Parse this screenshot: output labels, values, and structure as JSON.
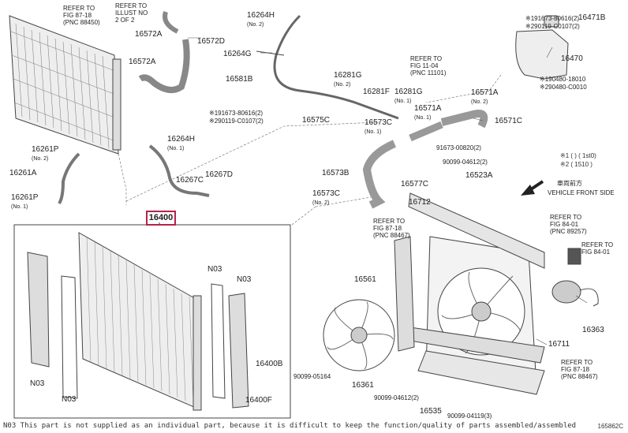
{
  "colors": {
    "line": "#444444",
    "highlight_border": "#b5234b",
    "part_fill": "#d9d9d9",
    "dark_fill": "#555555"
  },
  "highlighted_part": "16400",
  "parts": [
    {
      "id": "16264H",
      "label": "16264H",
      "qty": "(No. 2)"
    },
    {
      "id": "16572A_top",
      "label": "16572A",
      "qty": ""
    },
    {
      "id": "16572D",
      "label": "16572D",
      "qty": ""
    },
    {
      "id": "16264G",
      "label": "16264G",
      "qty": ""
    },
    {
      "id": "16572A",
      "label": "16572A",
      "qty": ""
    },
    {
      "id": "16581B",
      "label": "16581B",
      "qty": ""
    },
    {
      "id": "16281G",
      "label": "16281G",
      "qty": "(No. 2)"
    },
    {
      "id": "16281F",
      "label": "16281F",
      "qty": ""
    },
    {
      "id": "16281G_b",
      "label": "16281G",
      "qty": "(No. 1)"
    },
    {
      "id": "16571A",
      "label": "16571A",
      "qty": "(No. 2)"
    },
    {
      "id": "16571A_b",
      "label": "16571A",
      "qty": "(No. 1)"
    },
    {
      "id": "16571C",
      "label": "16571C",
      "qty": ""
    },
    {
      "id": "16575C",
      "label": "16575C",
      "qty": ""
    },
    {
      "id": "16573C",
      "label": "16573C",
      "qty": "(No. 1)"
    },
    {
      "id": "16264H_b",
      "label": "16264H",
      "qty": "(No. 1)"
    },
    {
      "id": "16261P",
      "label": "16261P",
      "qty": "(No. 2)"
    },
    {
      "id": "16261A",
      "label": "16261A",
      "qty": ""
    },
    {
      "id": "16261P_b",
      "label": "16261P",
      "qty": "(No. 1)"
    },
    {
      "id": "16267C",
      "label": "16267C",
      "qty": ""
    },
    {
      "id": "16267D",
      "label": "16267D",
      "qty": ""
    },
    {
      "id": "16573B",
      "label": "16573B",
      "qty": ""
    },
    {
      "id": "16577C",
      "label": "16577C",
      "qty": ""
    },
    {
      "id": "16523A",
      "label": "16523A",
      "qty": ""
    },
    {
      "id": "16573C_b",
      "label": "16573C",
      "qty": "(No. 2)"
    },
    {
      "id": "16712",
      "label": "16712",
      "qty": ""
    },
    {
      "id": "16471B",
      "label": "16471B",
      "qty": ""
    },
    {
      "id": "16470",
      "label": "16470",
      "qty": ""
    },
    {
      "id": "16561",
      "label": "16561",
      "qty": ""
    },
    {
      "id": "16363",
      "label": "16363",
      "qty": ""
    },
    {
      "id": "16711",
      "label": "16711",
      "qty": ""
    },
    {
      "id": "16361",
      "label": "16361",
      "qty": ""
    },
    {
      "id": "16535",
      "label": "16535",
      "qty": ""
    },
    {
      "id": "16400B",
      "label": "16400B",
      "qty": ""
    },
    {
      "id": "16400F",
      "label": "16400F",
      "qty": ""
    },
    {
      "id": "N03_a",
      "label": "N03",
      "qty": ""
    },
    {
      "id": "N03_b",
      "label": "N03",
      "qty": ""
    },
    {
      "id": "N03_c",
      "label": "N03",
      "qty": ""
    },
    {
      "id": "N03_d",
      "label": "N03",
      "qty": ""
    }
  ],
  "box_label": "16400",
  "fasteners": [
    {
      "id": "f1",
      "label": "※191673-80616(2)"
    },
    {
      "id": "f2",
      "label": "※290119-C0107(2)"
    },
    {
      "id": "f3",
      "label": "※191673-80616(2)"
    },
    {
      "id": "f4",
      "label": "※290119-C0107(2)"
    },
    {
      "id": "f5",
      "label": "91673-00820(2)"
    },
    {
      "id": "f6",
      "label": "90099-04612(2)"
    },
    {
      "id": "f7",
      "label": "※190480-18010"
    },
    {
      "id": "f8",
      "label": "※290480-C0010"
    },
    {
      "id": "f9",
      "label": "90099-05164"
    },
    {
      "id": "f10",
      "label": "90099-04612(2)"
    },
    {
      "id": "f11",
      "label": "90099-04119(3)"
    }
  ],
  "refs": [
    {
      "id": "r1",
      "title": "REFER TO",
      "fig": "FIG 87-18",
      "pnc": "(PNC 88450)"
    },
    {
      "id": "r2",
      "title": "REFER TO",
      "fig": "ILLUST NO",
      "pnc": "2 OF 2"
    },
    {
      "id": "r3",
      "title": "REFER TO",
      "fig": "FIG 11-04",
      "pnc": "(PNC 11101)"
    },
    {
      "id": "r4",
      "title": "REFER TO",
      "fig": "FIG 87-18",
      "pnc": "(PNC 88467)"
    },
    {
      "id": "r5",
      "title": "REFER TO",
      "fig": "FIG 84-01",
      "pnc": "(PNC 89257)"
    },
    {
      "id": "r6",
      "title": "REFER TO",
      "fig": "FIG 84-01",
      "pnc": ""
    },
    {
      "id": "r7",
      "title": "REFER TO",
      "fig": "FIG 87-18",
      "pnc": "(PNC 88467)"
    }
  ],
  "legend": {
    "line1": "※1 (           ) (   1st0)",
    "line2": "※2 ( 1510 )"
  },
  "direction": {
    "jp": "車両前方",
    "en": "VEHICLE FRONT SIDE"
  },
  "footnote": "N03 This part is not supplied as an individual part, because it is difficult to keep the function/quality of parts assembled/assembled",
  "illustration_no": "165862C"
}
